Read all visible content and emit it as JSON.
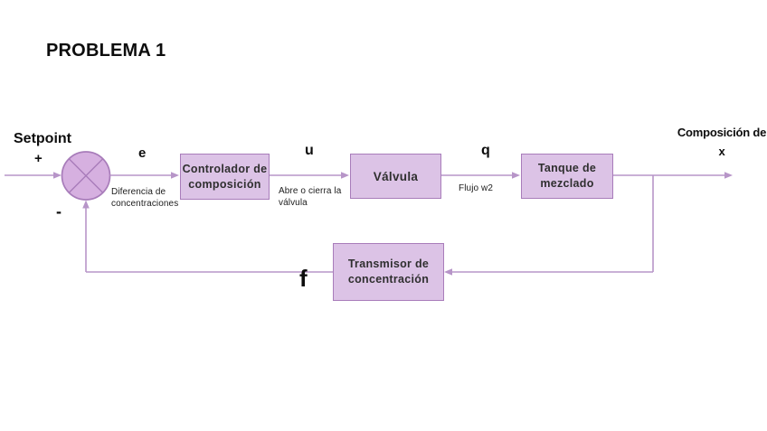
{
  "title": "PROBLEMA 1",
  "colors": {
    "block_fill": "#dcc3e6",
    "block_border": "#a87cba",
    "junction_fill": "#d6b0e0",
    "line": "#b795c8"
  },
  "diagram": {
    "setpoint_label": "Setpoint",
    "plus_sign": "+",
    "minus_sign": "-",
    "signals": {
      "e": "e",
      "u": "u",
      "q": "q",
      "f": "f"
    },
    "annotations": {
      "e_line1": "Diferencia de",
      "e_line2": "concentraciones",
      "u_line1": "Abre o cierra la",
      "u_line2": "válvula",
      "q_line1": "Flujo w2",
      "output_line1": "Composición de",
      "output_line2": "x"
    },
    "blocks": [
      {
        "id": "controlador",
        "line1": "Controlador de",
        "line2": "composición"
      },
      {
        "id": "valvula",
        "line1": "Válvula",
        "line2": ""
      },
      {
        "id": "tanque",
        "line1": "Tanque de",
        "line2": "mezclado"
      },
      {
        "id": "transmisor",
        "line1": "Transmisor de",
        "line2": "concentración"
      }
    ]
  }
}
